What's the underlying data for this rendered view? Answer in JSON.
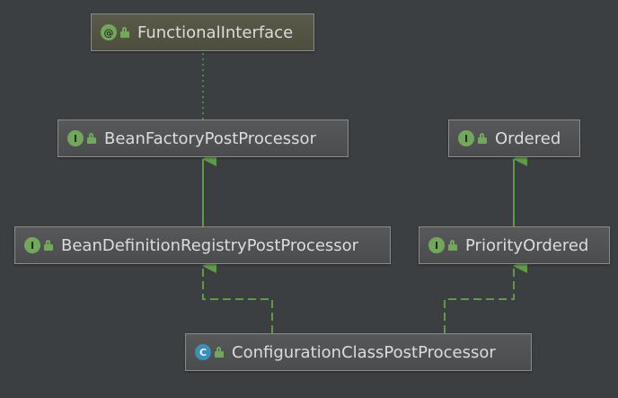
{
  "diagram": {
    "nodes": [
      {
        "id": "functional_interface",
        "label": "FunctionalInterface",
        "kind": "annotation",
        "kind_letter": "@"
      },
      {
        "id": "bean_factory_post_processor",
        "label": "BeanFactoryPostProcessor",
        "kind": "interface",
        "kind_letter": "I"
      },
      {
        "id": "ordered",
        "label": "Ordered",
        "kind": "interface",
        "kind_letter": "I"
      },
      {
        "id": "bean_definition_registry_post_processor",
        "label": "BeanDefinitionRegistryPostProcessor",
        "kind": "interface",
        "kind_letter": "I"
      },
      {
        "id": "priority_ordered",
        "label": "PriorityOrdered",
        "kind": "interface",
        "kind_letter": "I"
      },
      {
        "id": "configuration_class_post_processor",
        "label": "ConfigurationClassPostProcessor",
        "kind": "class",
        "kind_letter": "C"
      }
    ],
    "edges": [
      {
        "from": "bean_factory_post_processor",
        "to": "functional_interface",
        "style": "dotted",
        "relation": "annotated-with"
      },
      {
        "from": "bean_definition_registry_post_processor",
        "to": "bean_factory_post_processor",
        "style": "solid",
        "relation": "extends"
      },
      {
        "from": "priority_ordered",
        "to": "ordered",
        "style": "solid",
        "relation": "extends"
      },
      {
        "from": "configuration_class_post_processor",
        "to": "bean_definition_registry_post_processor",
        "style": "dashed",
        "relation": "implements"
      },
      {
        "from": "configuration_class_post_processor",
        "to": "priority_ordered",
        "style": "dashed",
        "relation": "implements"
      }
    ],
    "colors": {
      "background": "#3c3f41",
      "edge": "#5f9a4a",
      "interface_badge": "#73a85c",
      "class_badge": "#3b8fb8"
    }
  }
}
